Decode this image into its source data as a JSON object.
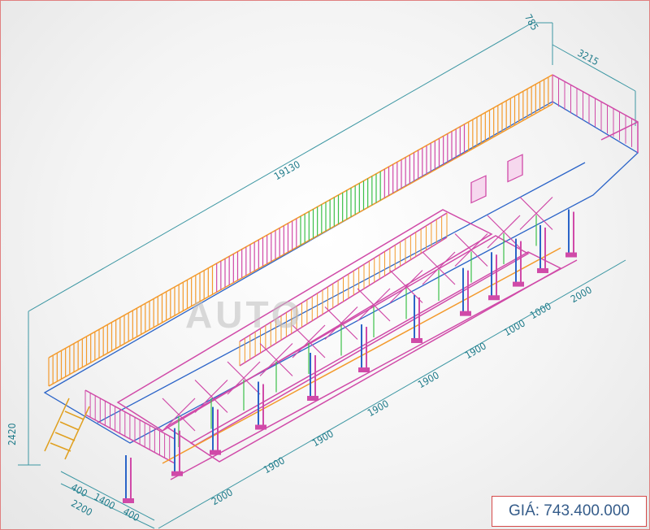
{
  "drawing": {
    "title": "Isometric steel platform with guardrails and stairs",
    "watermark_text": "AUTO",
    "price": {
      "label": "GIÁ: 743.400.000"
    },
    "dimensions": {
      "overall_length": "19130",
      "top_offset": "785",
      "end_width": "3215",
      "height": "2420",
      "span_1": "2000",
      "span_2": "1900",
      "span_3": "1900",
      "span_4": "1900",
      "span_5": "1900",
      "span_6": "1900",
      "span_7": "1000",
      "span_8": "1000",
      "span_9": "2000",
      "width_a": "400",
      "width_b": "1400",
      "width_c": "400",
      "width_total": "2200"
    }
  }
}
